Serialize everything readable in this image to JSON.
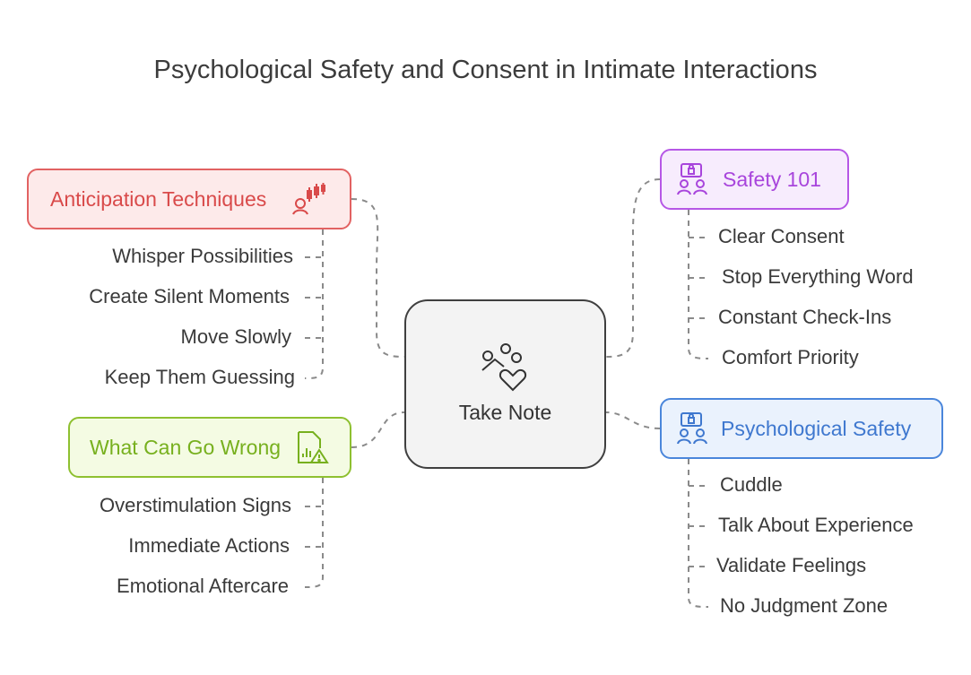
{
  "title": "Psychological Safety and Consent in Intimate Interactions",
  "center": {
    "label": "Take Note",
    "icon": "people-heart-icon"
  },
  "branches": {
    "anticipation": {
      "label": "Anticipation Techniques",
      "icon": "person-chart-icon",
      "color": "#e26262",
      "items": [
        "Whisper Possibilities",
        "Create Silent Moments",
        "Move Slowly",
        "Keep Them Guessing"
      ]
    },
    "safety101": {
      "label": "Safety 101",
      "icon": "secure-people-icon",
      "color": "#b657e6",
      "items": [
        "Clear Consent",
        "Stop Everything Word",
        "Constant Check-Ins",
        "Comfort Priority"
      ]
    },
    "wrong": {
      "label": "What Can Go Wrong",
      "icon": "chart-warning-icon",
      "color": "#8ec030",
      "items": [
        "Overstimulation Signs",
        "Immediate Actions",
        "Emotional Aftercare"
      ]
    },
    "psychological": {
      "label": "Psychological Safety",
      "icon": "secure-people-icon",
      "color": "#4a86db",
      "items": [
        "Cuddle",
        "Talk About Experience",
        "Validate Feelings",
        "No Judgment Zone"
      ]
    }
  }
}
